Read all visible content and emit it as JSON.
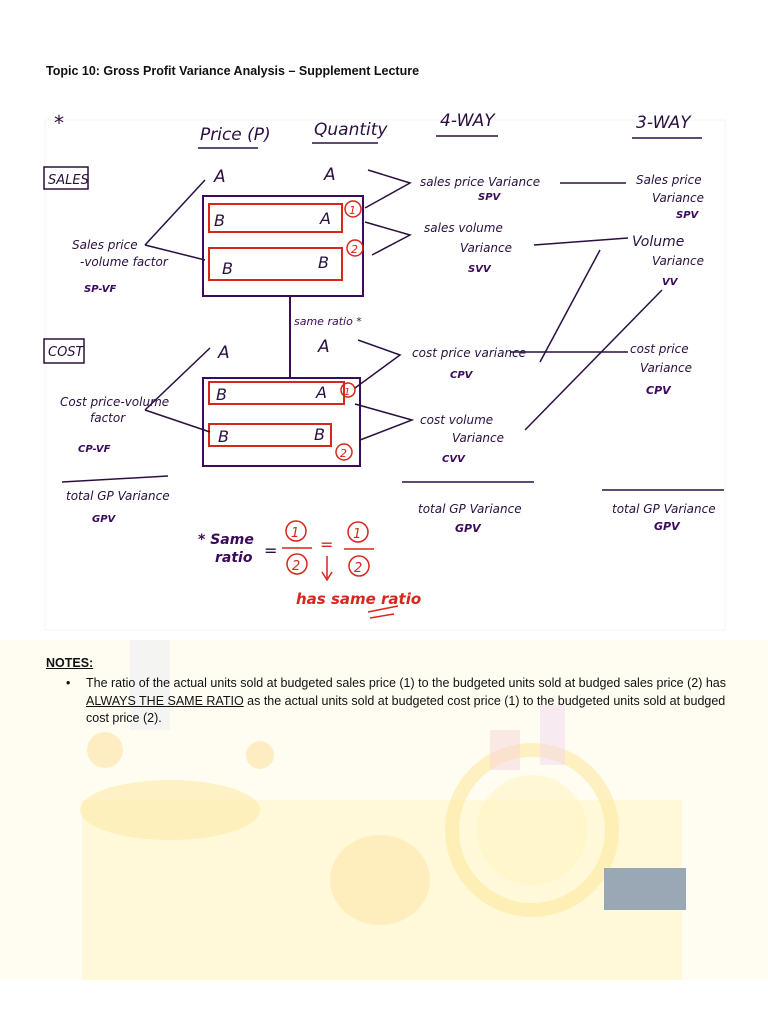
{
  "header": {
    "title": "Topic 10: Gross Profit Variance Analysis – Supplement Lecture"
  },
  "diagram": {
    "star": "*",
    "col_price": "Price (P)",
    "col_quantity": "Quantity",
    "col_4way": "4-WAY",
    "col_3way": "3-WAY",
    "sales_label": "SALES",
    "cost_label": "COST",
    "letter_a": "A",
    "letter_b": "B",
    "circle_1": "1",
    "circle_2": "2",
    "same_ratio_mid": "same ratio *",
    "sales_pvf_line1": "Sales price",
    "sales_pvf_line2": "-volume factor",
    "sales_pvf_abbr": "SP-VF",
    "cost_pvf_line1": "Cost price-volume",
    "cost_pvf_line2": "factor",
    "cost_pvf_abbr": "CP-VF",
    "spv_line1": "sales price Variance",
    "spv_abbr": "SPV",
    "svv_line1": "sales volume",
    "svv_line2": "Variance",
    "svv_abbr": "SVV",
    "cpv_line1": "cost price variance",
    "cpv_abbr": "CPV",
    "cvv_line1": "cost volume",
    "cvv_line2": "Variance",
    "cvv_abbr": "CVV",
    "w3_sp_line1": "Sales price",
    "w3_sp_line2": "Variance",
    "w3_sp_abbr": "SPV",
    "w3_vv_line1": "Volume",
    "w3_vv_line2": "Variance",
    "w3_vv_abbr": "VV",
    "w3_cp_line1": "cost price",
    "w3_cp_line2": "Variance",
    "w3_cp_abbr": "CPV",
    "total_left": "total GP Variance",
    "total_left_abbr": "GPV",
    "total_mid": "total GP Variance",
    "total_mid_abbr": "GPV",
    "total_right": "total GP Variance",
    "total_right_abbr": "GPV",
    "same_ratio_star": "* Same",
    "same_ratio_word": "ratio",
    "equals": "=",
    "has_same_ratio": "has same ratio"
  },
  "notes": {
    "heading": "NOTES:",
    "bullet": "•",
    "text_part1": "The ratio of the actual units sold at budgeted sales price (1) to the budgeted units sold at budged sales price (2) has ",
    "text_emph": "ALWAYS THE SAME RATIO",
    "text_part2": " as the actual units sold at budgeted cost price (1) to the budgeted units sold at budged cost price (2)."
  }
}
